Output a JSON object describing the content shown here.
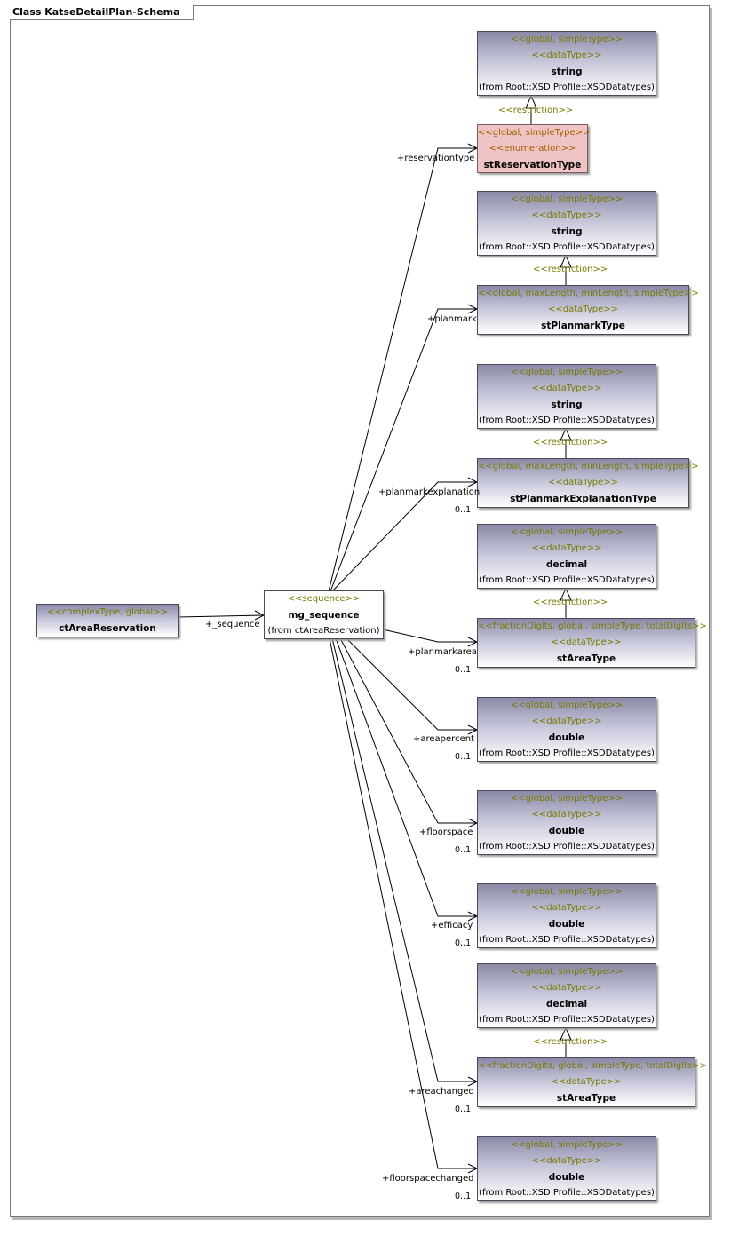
{
  "diagram": {
    "title": "Class KatseDetailPlan-Schema"
  },
  "classes": {
    "root": {
      "stereotype": "<<complexType, global>>",
      "name": "ctAreaReservation"
    },
    "seq": {
      "stereotype": "<<sequence>>",
      "name": "mg_sequence",
      "from": "(from ctAreaReservation)"
    },
    "string1": {
      "stereotype1": "<<global, simpleType>>",
      "stereotype2": "<<dataType>>",
      "name": "string",
      "from": "(from Root::XSD Profile::XSDDatatypes)"
    },
    "resType": {
      "stereotype1": "<<global, simpleType>>",
      "stereotype2": "<<enumeration>>",
      "name": "stReservationType"
    },
    "string2": {
      "stereotype1": "<<global, simpleType>>",
      "stereotype2": "<<dataType>>",
      "name": "string",
      "from": "(from Root::XSD Profile::XSDDatatypes)"
    },
    "planmarkType": {
      "stereotype1": "<<global, maxLength, minLength, simpleType>>",
      "stereotype2": "<<dataType>>",
      "name": "stPlanmarkType"
    },
    "string3": {
      "stereotype1": "<<global, simpleType>>",
      "stereotype2": "<<dataType>>",
      "name": "string",
      "from": "(from Root::XSD Profile::XSDDatatypes)"
    },
    "explType": {
      "stereotype1": "<<global, maxLength, minLength, simpleType>>",
      "stereotype2": "<<dataType>>",
      "name": "stPlanmarkExplanationType"
    },
    "decimal1": {
      "stereotype1": "<<global, simpleType>>",
      "stereotype2": "<<dataType>>",
      "name": "decimal",
      "from": "(from Root::XSD Profile::XSDDatatypes)"
    },
    "areaType1": {
      "stereotype1": "<<fractionDigits, global, simpleType, totalDigits>>",
      "stereotype2": "<<dataType>>",
      "name": "stAreaType"
    },
    "double1": {
      "stereotype1": "<<global, simpleType>>",
      "stereotype2": "<<dataType>>",
      "name": "double",
      "from": "(from Root::XSD Profile::XSDDatatypes)"
    },
    "double2": {
      "stereotype1": "<<global, simpleType>>",
      "stereotype2": "<<dataType>>",
      "name": "double",
      "from": "(from Root::XSD Profile::XSDDatatypes)"
    },
    "double3": {
      "stereotype1": "<<global, simpleType>>",
      "stereotype2": "<<dataType>>",
      "name": "double",
      "from": "(from Root::XSD Profile::XSDDatatypes)"
    },
    "decimal2": {
      "stereotype1": "<<global, simpleType>>",
      "stereotype2": "<<dataType>>",
      "name": "decimal",
      "from": "(from Root::XSD Profile::XSDDatatypes)"
    },
    "areaType2": {
      "stereotype1": "<<fractionDigits, global, simpleType, totalDigits>>",
      "stereotype2": "<<dataType>>",
      "name": "stAreaType"
    },
    "double4": {
      "stereotype1": "<<global, simpleType>>",
      "stereotype2": "<<dataType>>",
      "name": "double",
      "from": "(from Root::XSD Profile::XSDDatatypes)"
    }
  },
  "relations": {
    "restriction": "<<restriction>>",
    "sequence": "+_sequence",
    "roles": [
      "+reservationtype",
      "+planmark",
      "+planmarkexplanation",
      "+planmarkarea",
      "+areapercent",
      "+floorspace",
      "+efficacy",
      "+areachanged",
      "+floorspacechanged"
    ],
    "multiplicity": "0..1"
  }
}
